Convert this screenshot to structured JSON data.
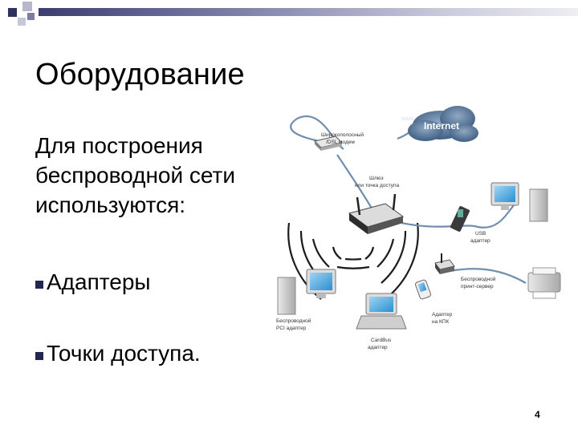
{
  "slide": {
    "title": "Оборудование",
    "intro_lines": [
      "Для построения",
      "беспроводной сети",
      "используются:"
    ],
    "bullets": [
      "Адаптеры",
      "Точки доступа."
    ],
    "page_number": "4"
  },
  "diagram": {
    "cloud_small": "www",
    "cloud_label": "Internet",
    "labels": {
      "modem": [
        "Широкополосный",
        "/DSL модем"
      ],
      "gateway": [
        "Шлюз",
        "или точка доступа"
      ],
      "usb": [
        "USB",
        "адаптер"
      ],
      "print_server": [
        "Беспроводной",
        "принт-сервер"
      ],
      "pda": [
        "Адаптер",
        "на КПК"
      ],
      "cardbus": [
        "CardBus",
        "адаптер"
      ],
      "pci": [
        "Беспроводной",
        "PCI адаптер"
      ]
    }
  },
  "colors": {
    "accent": "#2e3163",
    "cloud": "#4f6f93",
    "cable": "#6f8fb0"
  }
}
